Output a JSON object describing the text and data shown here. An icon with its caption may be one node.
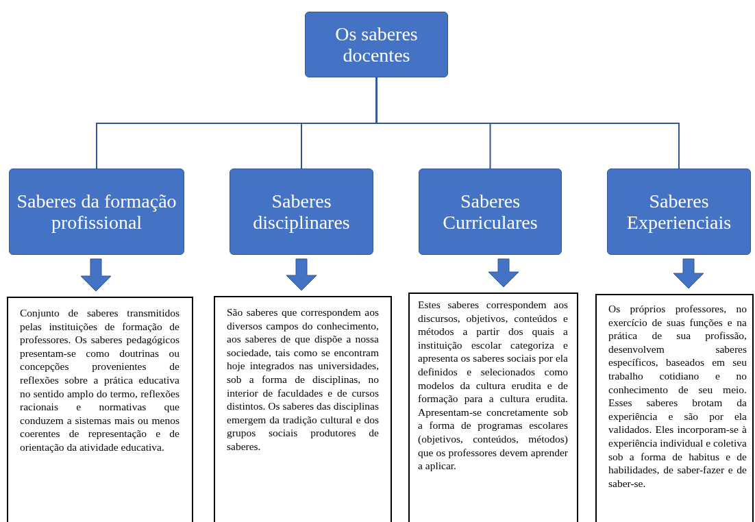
{
  "diagram": {
    "nodes": [
      {
        "text": [
          "Os saberes docentes"
        ]
      },
      {
        "text": [
          "Saberes da formação profissional"
        ]
      },
      {
        "text": [
          "Saberes disciplinares"
        ]
      },
      {
        "text": [
          "Saberes Curriculares"
        ]
      },
      {
        "text": [
          "Saberes Experienciais"
        ]
      },
      {
        "text": [
          "Conjunto de saberes transmitidos pelas instituições de formação de professores. Os saberes pedagógicos presentam-se como doutrinas ou concepções provenientes de reflexões sobre a prática educativa no sentido amplo do termo, reflexões racionais e normativas que conduzem a sistemas mais ou menos coerentes de representação e de orientação da atividade educativa."
        ]
      },
      {
        "text": [
          "São saberes que correspondem aos diversos campos do conhecimento, aos saberes de que dispõe a nossa sociedade, tais como se encontram hoje integrados nas universidades, sob a forma de disciplinas, no interior de faculdades e de cursos distintos.  Os saberes das disciplinas emergem da tradição cultural e dos grupos sociais produtores de saberes."
        ]
      },
      {
        "text": [
          "Estes saberes correspondem aos discursos, objetivos, conteúdos e métodos a partir dos quais a instituição escolar categoriza e apresenta os saberes sociais por ela definidos e selecionados como modelos da cultura erudita e de formação para a cultura erudita.  Apresentam-se concretamente sob a forma de programas escolares (objetivos, conteúdos, métodos) que os professores devem aprender a aplicar."
        ]
      },
      {
        "text": [
          "Os próprios professores, no exercício de suas funções e na prática de sua profissão, desenvolvem saberes específicos, baseados em seu trabalho cotidiano e no conhecimento de seu meio. Esses saberes brotam da experiência e são por ela validados. Eles incorporam-se à experiência individual e coletiva sob a forma de habitus e de habilidades, de saber-fazer e de saber-se."
        ]
      }
    ],
    "edges": [
      {
        "from": 0,
        "to": 1,
        "arrow": "none"
      },
      {
        "from": 0,
        "to": 2,
        "arrow": "none"
      },
      {
        "from": 0,
        "to": 3,
        "arrow": "none"
      },
      {
        "from": 0,
        "to": 4,
        "arrow": "none"
      },
      {
        "from": 1,
        "to": 5,
        "arrow": "to",
        "style": "thick"
      },
      {
        "from": 2,
        "to": 6,
        "arrow": "to",
        "style": "thick"
      },
      {
        "from": 3,
        "to": 7,
        "arrow": "to",
        "style": "thick"
      },
      {
        "from": 4,
        "to": 8,
        "arrow": "to",
        "style": "thick"
      }
    ]
  }
}
